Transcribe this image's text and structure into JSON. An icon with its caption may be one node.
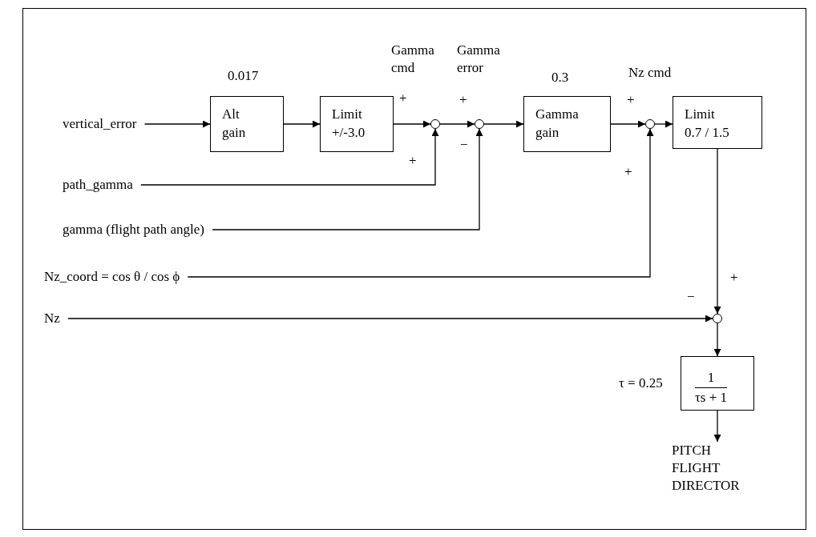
{
  "diagram": {
    "nodes": [
      {
        "text": [
          "vertical_error"
        ]
      },
      {
        "text": [
          "Alt gain"
        ],
        "beside": [
          "0.017"
        ]
      },
      {
        "text": [
          "Limit +/-3.0"
        ]
      },
      {
        "text": [],
        "shape": "circle"
      },
      {
        "text": [],
        "shape": "circle"
      },
      {
        "text": [
          "Gamma gain"
        ],
        "beside": [
          "0.3"
        ]
      },
      {
        "text": [],
        "shape": "circle"
      },
      {
        "text": [
          "Limit 0.7 / 1.5"
        ]
      },
      {
        "text": [
          "path_gamma"
        ]
      },
      {
        "text": [
          "gamma (flight path angle)"
        ]
      },
      {
        "text": [
          "Nz_coord = cos θ / cos ϕ"
        ]
      },
      {
        "text": [
          "Nz"
        ]
      },
      {
        "text": [],
        "shape": "circle"
      },
      {
        "text": [
          "1",
          "τs + 1"
        ],
        "beside": [
          "τ = 0.25"
        ]
      },
      {
        "text": [
          "PITCH FLIGHT DIRECTOR"
        ]
      }
    ],
    "edges": [
      {
        "from": 0,
        "to": 1,
        "arrow": "to"
      },
      {
        "from": 1,
        "to": 2,
        "arrow": "to"
      },
      {
        "from": 2,
        "to": 3,
        "arrow": "to"
      },
      {
        "from": 3,
        "to": 4,
        "arrow": "to"
      },
      {
        "from": 4,
        "to": 5,
        "arrow": "to"
      },
      {
        "from": 5,
        "to": 6,
        "arrow": "to"
      },
      {
        "from": 6,
        "to": 7,
        "arrow": "to"
      },
      {
        "from": 8,
        "to": 3,
        "arrow": "to"
      },
      {
        "from": 9,
        "to": 4,
        "arrow": "to"
      },
      {
        "from": 10,
        "to": 6,
        "arrow": "to"
      },
      {
        "from": 7,
        "to": 12,
        "arrow": "to"
      },
      {
        "from": 11,
        "to": 12,
        "arrow": "to"
      },
      {
        "from": 12,
        "to": 13,
        "arrow": "to"
      },
      {
        "from": 13,
        "to": 14,
        "arrow": "to"
      }
    ],
    "labels": [
      "Gamma cmd",
      "Gamma error",
      "Nz cmd",
      "+",
      "+",
      "+",
      "+",
      "−",
      "+",
      "+",
      "−"
    ]
  }
}
